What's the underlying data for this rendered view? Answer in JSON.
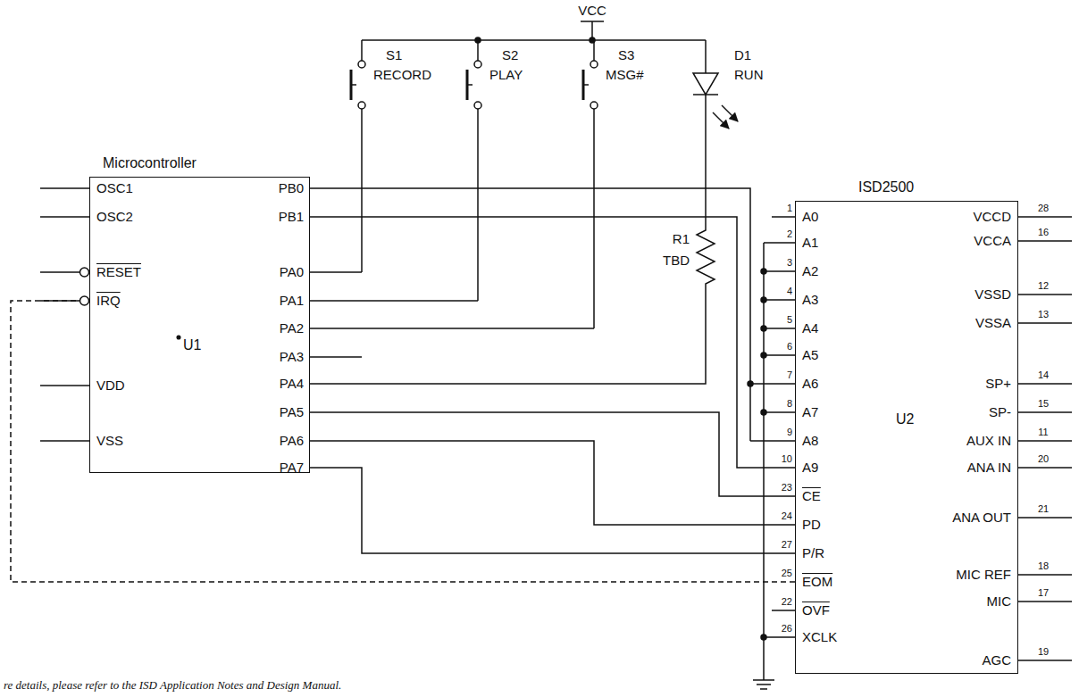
{
  "diagram": {
    "nodes": [
      {
        "text": [
          "Microcontroller",
          "U1"
        ]
      },
      {
        "text": [
          "ISD2500",
          "U2"
        ]
      }
    ],
    "edges": [
      {
        "from": 0,
        "to": 1,
        "arrow": "none"
      },
      {
        "from": 0,
        "to": 1,
        "arrow": "none"
      },
      {
        "from": 0,
        "to": 1,
        "arrow": "none"
      },
      {
        "from": 0,
        "to": 1,
        "arrow": "none"
      },
      {
        "from": 0,
        "to": 1,
        "arrow": "none"
      },
      {
        "from": 1,
        "to": 0,
        "arrow": "none"
      }
    ],
    "labels": [
      "VCC",
      "S1",
      "RECORD",
      "S2",
      "PLAY",
      "S3",
      "MSG#",
      "D1",
      "RUN",
      "R1",
      "TBD",
      "OSC1",
      "OSC2",
      "RESET",
      "IRQ",
      "VDD",
      "VSS",
      "PB0",
      "PB1",
      "PA0",
      "PA1",
      "PA2",
      "PA3",
      "PA4",
      "PA5",
      "PA6",
      "PA7",
      "1",
      "A0",
      "2",
      "A1",
      "3",
      "A2",
      "4",
      "A3",
      "5",
      "A4",
      "6",
      "A5",
      "7",
      "A6",
      "8",
      "A7",
      "9",
      "A8",
      "10",
      "A9",
      "23",
      "CE",
      "24",
      "PD",
      "27",
      "P/R",
      "25",
      "EOM",
      "22",
      "OVF",
      "26",
      "XCLK",
      "28",
      "VCCD",
      "16",
      "VCCA",
      "12",
      "VSSD",
      "13",
      "VSSA",
      "14",
      "SP+",
      "15",
      "SP-",
      "11",
      "AUX IN",
      "20",
      "ANA IN",
      "21",
      "ANA OUT",
      "18",
      "MIC REF",
      "17",
      "MIC",
      "19",
      "AGC",
      "re details, please refer to the ISD Application Notes and Design Manual."
    ]
  }
}
